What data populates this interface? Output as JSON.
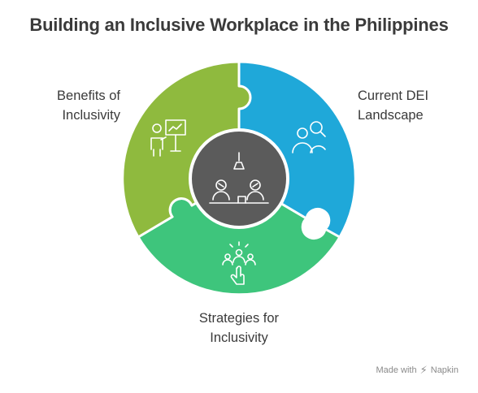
{
  "title": "Building an Inclusive Workplace in the Philippines",
  "segments": [
    {
      "label_line1": "Benefits of",
      "label_line2": "Inclusivity",
      "color": "#8fba3e",
      "icon": "presentation-icon"
    },
    {
      "label_line1": "Current DEI",
      "label_line2": "Landscape",
      "color": "#1fa8d9",
      "icon": "people-search-icon"
    },
    {
      "label_line1": "Strategies for",
      "label_line2": "Inclusivity",
      "color": "#3ec57c",
      "icon": "group-select-icon"
    }
  ],
  "center": {
    "color": "#5b5b5b",
    "icon": "meeting-table-icon"
  },
  "watermark": {
    "text": "Made with",
    "brand": "Napkin"
  }
}
